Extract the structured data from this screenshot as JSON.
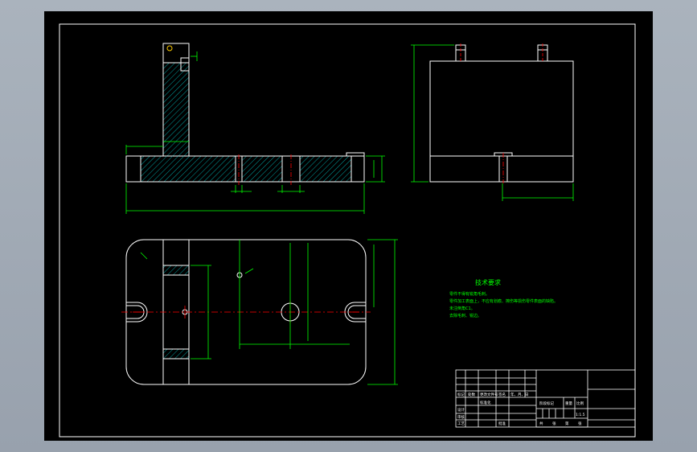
{
  "drawing": {
    "tech_title": "技术要求",
    "tech_notes": [
      "零件不得有锐角毛刺。",
      "零件加工表面上，不应有划痕、擦伤等损伤零件表面的缺陷。",
      "未注倒角C1。",
      "去除毛刺、锐边。"
    ],
    "colors": {
      "background": "#000000",
      "outline": "#ffffff",
      "dimension": "#00ff00",
      "centerline": "#ff0000",
      "hatch": "#00c8c8",
      "titleblock": "#ffffff"
    }
  },
  "title_block": {
    "row_labels": [
      "标记",
      "设计",
      "审核",
      "工艺"
    ],
    "header_labels": [
      "标记",
      "处数",
      "更改文件号",
      "签名",
      "年、月、日"
    ],
    "std_label": "标准化",
    "stage_label": "阶段标记",
    "weight_label": "重量",
    "scale_label": "比例",
    "scale_value": "1:1.5",
    "approve_label": "批准",
    "sheet_labels": [
      "共",
      "张",
      "第",
      "张"
    ]
  }
}
